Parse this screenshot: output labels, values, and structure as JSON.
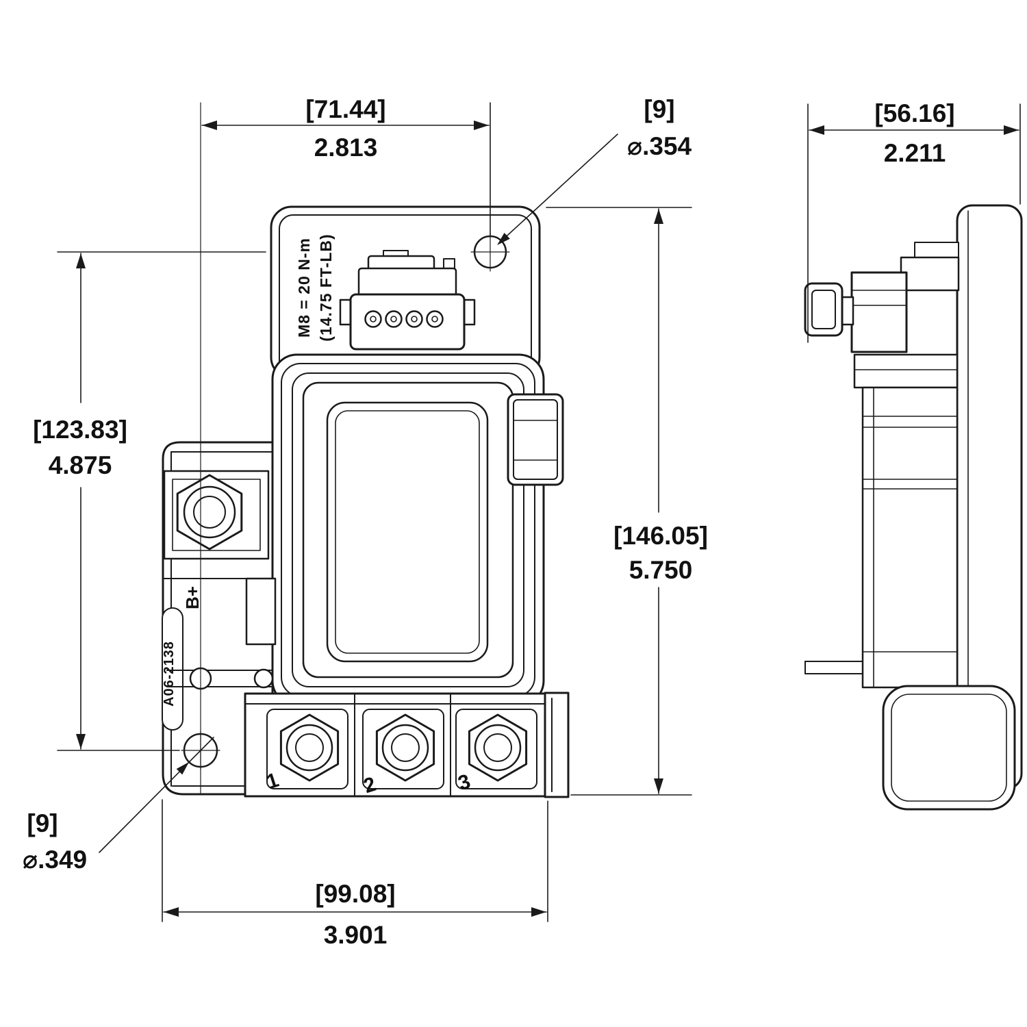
{
  "drawing": {
    "colors": {
      "line": "#1a1a1a",
      "text": "#111111",
      "background": "#ffffff"
    },
    "dimensions": {
      "top_width_mm": "[71.44]",
      "top_width_in": "2.813",
      "top_hole_qty": "[9]",
      "top_hole_dia": "⌀.354",
      "side_width_mm": "[56.16]",
      "side_width_in": "2.211",
      "left_height_mm": "[123.83]",
      "left_height_in": "4.875",
      "overall_height_mm": "[146.05]",
      "overall_height_in": "5.750",
      "bottom_hole_qty": "[9]",
      "bottom_hole_dia": "⌀.349",
      "bottom_width_mm": "[99.08]",
      "bottom_width_in": "3.901"
    },
    "part_labels": {
      "torque_line1": "M8 = 20 N-m",
      "torque_line2": "(14.75 FT-LB)",
      "battery_terminal": "B+",
      "part_number": "A06-2138",
      "stud_1": "1",
      "stud_2": "2",
      "stud_3": "3"
    }
  }
}
